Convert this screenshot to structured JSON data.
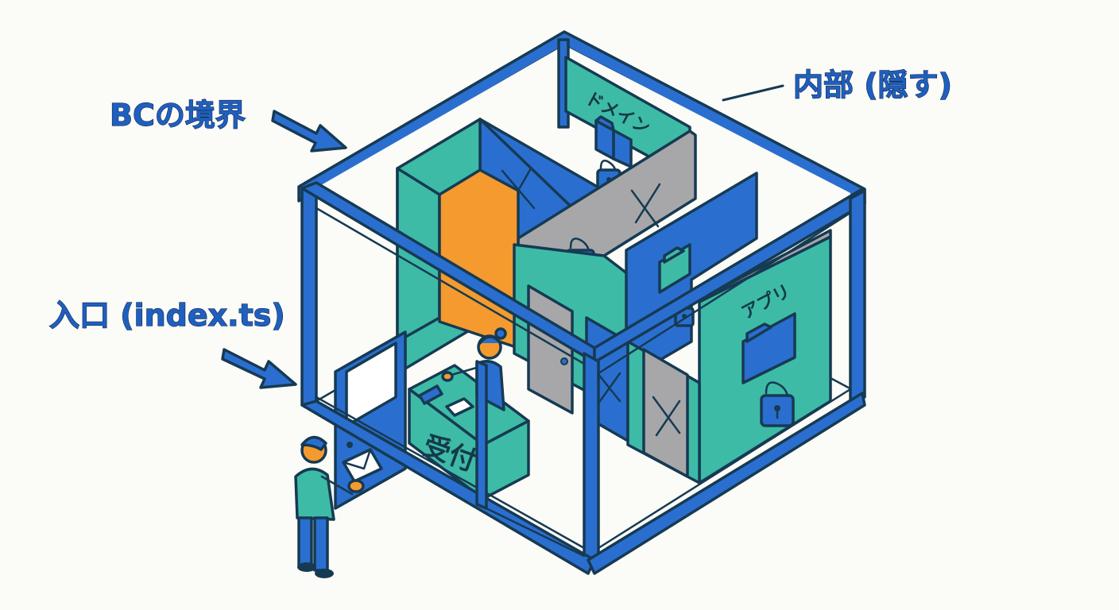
{
  "labels": {
    "boundary": "BCの境界",
    "internal": "内部 (隠す)",
    "entrance": "入口 (index.ts)",
    "domain": "ドメイン",
    "app": "アプリ",
    "reception": "受付"
  },
  "colors": {
    "frame_blue": "#2a6fd0",
    "teal": "#3dbba7",
    "orange": "#f59a2e",
    "gray": "#a7a7a9",
    "ink": "#163a52"
  },
  "icons": [
    "arrow-icon",
    "folder-icon",
    "padlock-icon",
    "cross-icon",
    "envelope-icon",
    "person-icon"
  ]
}
